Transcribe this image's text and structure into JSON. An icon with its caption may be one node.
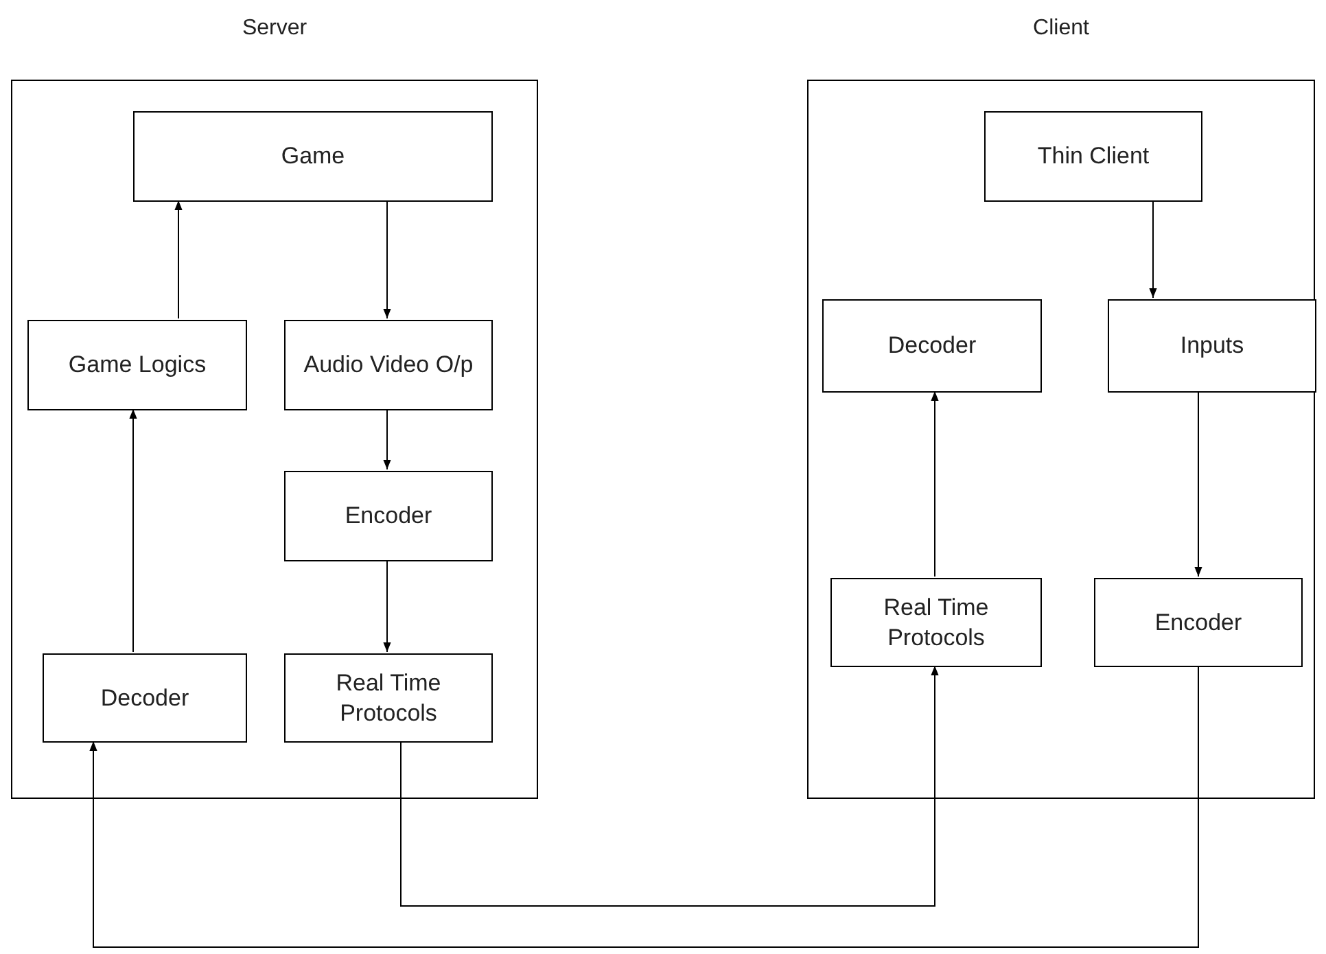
{
  "diagram": {
    "nodes": [
      {
        "text": [
          "Server"
        ]
      },
      {
        "text": [
          "Game"
        ],
        "in": 0
      },
      {
        "text": [
          "Game Logics"
        ],
        "in": 0
      },
      {
        "text": [
          "Audio Video O/p"
        ],
        "in": 0
      },
      {
        "text": [
          "Encoder"
        ],
        "in": 0
      },
      {
        "text": [
          "Decoder"
        ],
        "in": 0
      },
      {
        "text": [
          "Real Time Protocols"
        ],
        "in": 0
      },
      {
        "text": [
          "Client"
        ]
      },
      {
        "text": [
          "Thin Client"
        ],
        "in": 7
      },
      {
        "text": [
          "Decoder"
        ],
        "in": 7
      },
      {
        "text": [
          "Inputs"
        ],
        "in": 7
      },
      {
        "text": [
          "Real Time Protocols"
        ],
        "in": 7
      },
      {
        "text": [
          "Encoder"
        ],
        "in": 7
      }
    ],
    "edges": [
      {
        "from": 2,
        "to": 1,
        "arrow": "to"
      },
      {
        "from": 1,
        "to": 3,
        "arrow": "to"
      },
      {
        "from": 3,
        "to": 4,
        "arrow": "to"
      },
      {
        "from": 4,
        "to": 6,
        "arrow": "to"
      },
      {
        "from": 5,
        "to": 2,
        "arrow": "to"
      },
      {
        "from": 8,
        "to": 10,
        "arrow": "to"
      },
      {
        "from": 10,
        "to": 12,
        "arrow": "to"
      },
      {
        "from": 11,
        "to": 9,
        "arrow": "to"
      },
      {
        "from": 6,
        "to": 11,
        "arrow": "to"
      },
      {
        "from": 12,
        "to": 5,
        "arrow": "to"
      }
    ]
  }
}
